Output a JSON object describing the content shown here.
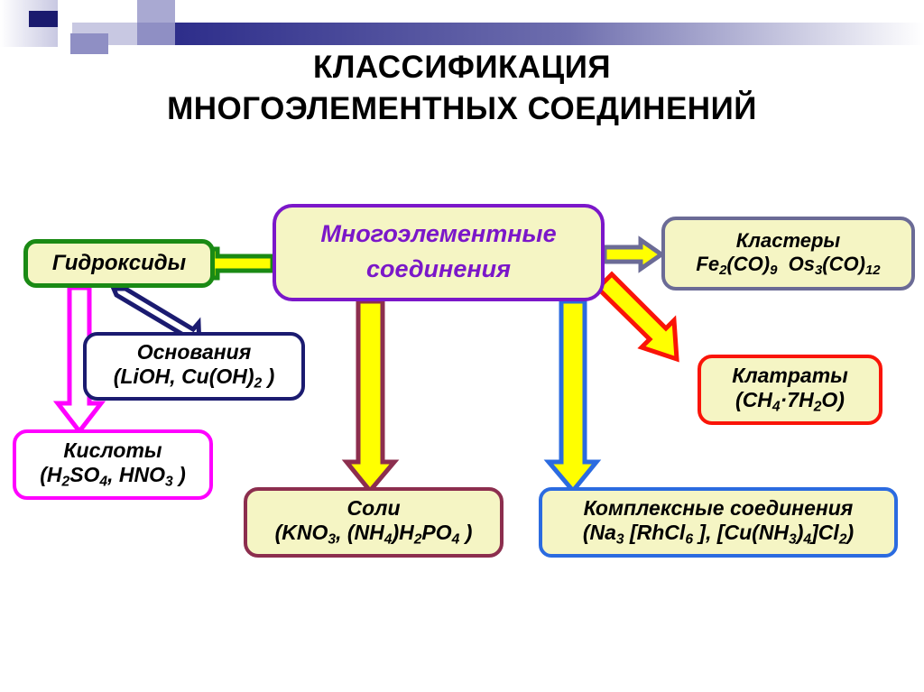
{
  "title": {
    "line1": "КЛАССИФИКАЦИЯ",
    "line2": "МНОГОЭЛЕМЕНТНЫХ СОЕДИНЕНИЙ"
  },
  "decoration": {
    "name": "powerpoint-corner-blocks",
    "bar_gradient_from": "#272787",
    "bar_gradient_to": "#ffffff",
    "block_dark": "#1a1a6e",
    "block_mid": "#8f8fc4",
    "block_light": "#c8c8e2"
  },
  "nodes": {
    "central": {
      "label_line1": "Многоэлементные",
      "label_line2": "соединения",
      "fill": "#f5f5c4",
      "border": "#7b17c9",
      "text_color": "#7b17c9"
    },
    "hydroxides": {
      "label_line1": "Гидроксиды",
      "fill": "#f5f5c4",
      "border": "#1a8a14",
      "text_color": "#000000"
    },
    "bases": {
      "label_line1": "Основания",
      "label_line2_pre": "(LiOH, Cu(OH)",
      "label_line2_sub": "2",
      "label_line2_post": ")",
      "fill": "#ffffff",
      "border": "#1b1b70",
      "text_color": "#000000"
    },
    "acids": {
      "label_line1": "Кислоты",
      "formula_parts": "(H2SO4, HNO3 )",
      "fill": "#ffffff",
      "border": "#ff00ff",
      "text_color": "#000000"
    },
    "clusters": {
      "label_line1": "Кластеры",
      "formula_parts": "Fe2(CO)9 Os3(CO)12",
      "fill": "#f5f5c4",
      "border": "#6b6b96",
      "text_color": "#000000"
    },
    "clathrates": {
      "label_line1": "Клатраты",
      "formula_parts": "(CH4·7H2O)",
      "fill": "#f5f5c4",
      "border": "#fa1408",
      "text_color": "#000000"
    },
    "salts": {
      "label_line1": "Соли",
      "formula_parts": "(KNO3, (NH4)H2PO4 )",
      "fill": "#f5f5c4",
      "border": "#8c2e4e",
      "text_color": "#000000"
    },
    "complexes": {
      "label_line1": "Комплексные соединения",
      "formula_parts": "(Na3 [RhCl6 ], [Cu(NH3)4]Cl2)",
      "fill": "#f5f5c4",
      "border": "#2b6be0",
      "text_color": "#000000"
    }
  },
  "arrows": [
    {
      "name": "arrow-central-to-hydroxides",
      "fill": "#ffff00",
      "stroke": "#1a8a14",
      "direction": "left"
    },
    {
      "name": "arrow-central-to-clusters",
      "fill": "#ffff00",
      "stroke": "#6b6b96",
      "direction": "right"
    },
    {
      "name": "arrow-central-to-salts",
      "fill": "#ffff00",
      "stroke": "#8c2e4e",
      "direction": "down"
    },
    {
      "name": "arrow-central-to-complexes",
      "fill": "#ffff00",
      "stroke": "#2b6be0",
      "direction": "down"
    },
    {
      "name": "arrow-central-to-clathrates",
      "fill": "#ffff00",
      "stroke": "#fa1408",
      "direction": "diagonal-down-right"
    },
    {
      "name": "arrow-hydroxides-to-bases",
      "fill": "#ffffff",
      "stroke": "#1b1b70",
      "direction": "diagonal-down-right"
    },
    {
      "name": "arrow-hydroxides-to-acids",
      "fill": "#ffffff",
      "stroke": "#ff00ff",
      "direction": "down"
    }
  ]
}
